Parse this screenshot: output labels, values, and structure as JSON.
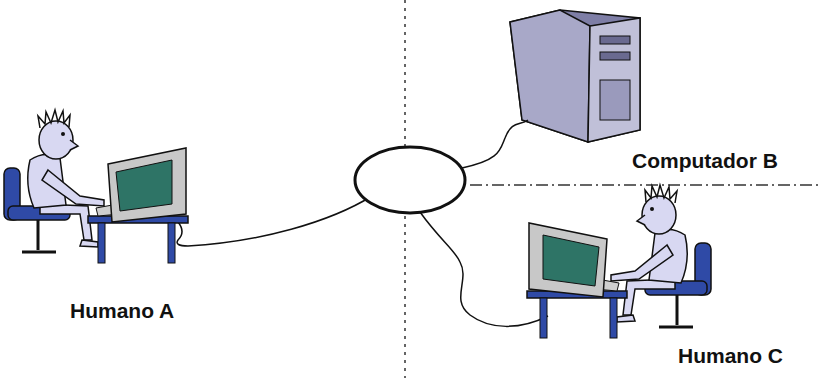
{
  "diagram": {
    "labels": [
      "Humano A",
      "Computador B",
      "Humano C"
    ]
  }
}
